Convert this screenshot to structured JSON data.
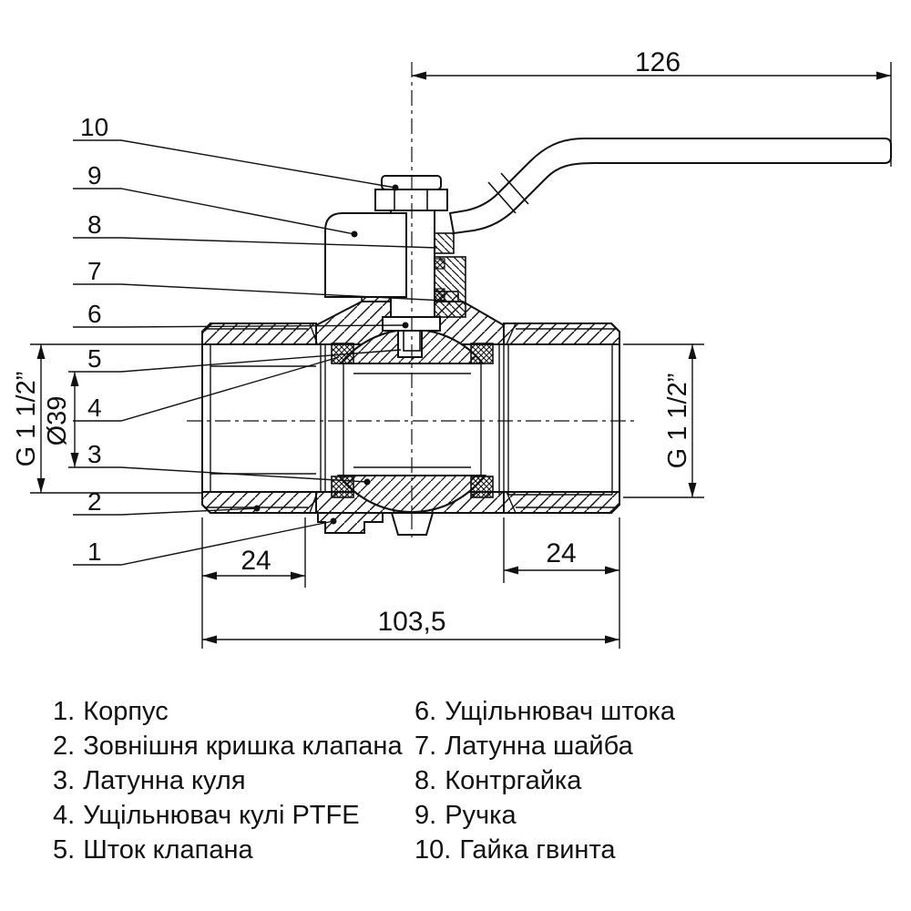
{
  "drawing": {
    "dims": {
      "handle_length": "126",
      "left_thread_length": "24",
      "right_thread_length": "24",
      "overall_length": "103,5",
      "bore_diameter": "Ø39",
      "thread_left": "G 1 1/2”",
      "thread_right": "G 1 1/2”"
    },
    "callouts": [
      "1",
      "2",
      "3",
      "4",
      "5",
      "6",
      "7",
      "8",
      "9",
      "10"
    ]
  },
  "legend": {
    "left": [
      {
        "num": "1.",
        "label": "Корпус"
      },
      {
        "num": "2.",
        "label": "Зовнішня кришка клапана"
      },
      {
        "num": "3.",
        "label": "Латунна куля"
      },
      {
        "num": "4.",
        "label": "Ущільнювач кулі PTFE"
      },
      {
        "num": "5.",
        "label": "Шток клапана"
      }
    ],
    "right": [
      {
        "num": "6.",
        "label": "Ущільнювач штока"
      },
      {
        "num": "7.",
        "label": "Латунна шайба"
      },
      {
        "num": "8.",
        "label": "Контргайка"
      },
      {
        "num": "9.",
        "label": "Ручка"
      },
      {
        "num": "10.",
        "label": "Гайка гвинта"
      }
    ]
  },
  "colors": {
    "line": "#111111",
    "background": "#ffffff"
  }
}
